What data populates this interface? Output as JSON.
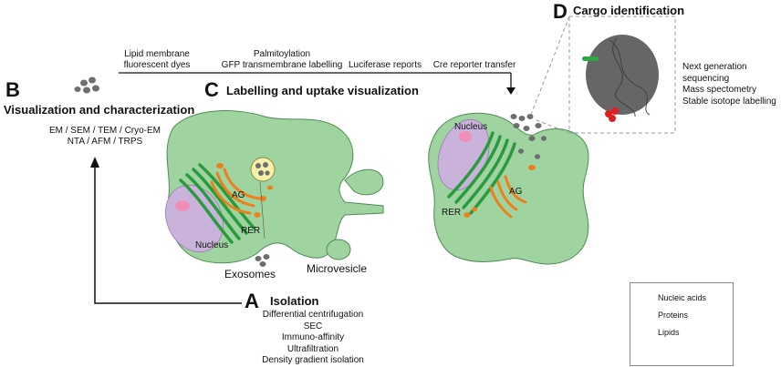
{
  "colors": {
    "cell": "#9fd3a0",
    "cell_stroke": "#4f8a55",
    "nucleus": "#c9b3da",
    "nucleolus": "#ef8fb8",
    "rer": "#2a9a3f",
    "ag": "#ef7f1a",
    "vesicle": "#6e6e6e",
    "mvb": "#f7f0a8",
    "cargo": "#666666",
    "protein": "#2ba845",
    "lipid": "#e01f1f"
  },
  "panel_b": {
    "letter": "B",
    "title": "Visualization and characterization",
    "methods_line1": "EM / SEM / TEM / Cryo-EM",
    "methods_line2": "NTA / AFM / TRPS"
  },
  "panel_c": {
    "letter": "C",
    "title": "Labelling and uptake visualization",
    "labels": [
      "Lipid membrane\nfluorescent dyes",
      "Palmitoylation\nGFP transmembrane labelling",
      "Luciferase reports",
      "Cre reporter transfer"
    ],
    "cell_labels": {
      "ag": "AG",
      "rer": "RER",
      "nucleus": "Nucleus",
      "exosomes": "Exosomes",
      "microvesicle": "Microvesicle"
    }
  },
  "panel_a": {
    "letter": "A",
    "title": "Isolation",
    "methods": [
      "Differential centrifugation",
      "SEC",
      "Immuno-affinity",
      "Ultrafiltration",
      "Density gradient isolation"
    ]
  },
  "panel_d": {
    "letter": "D",
    "title": "Cargo identification",
    "methods": [
      "Next generation",
      "sequencing",
      "Mass spectometry",
      "Stable isotope labelling"
    ]
  },
  "legend": {
    "nucleic_acids": "Nucleic acids",
    "proteins": "Proteins",
    "lipids": "Lipids"
  }
}
